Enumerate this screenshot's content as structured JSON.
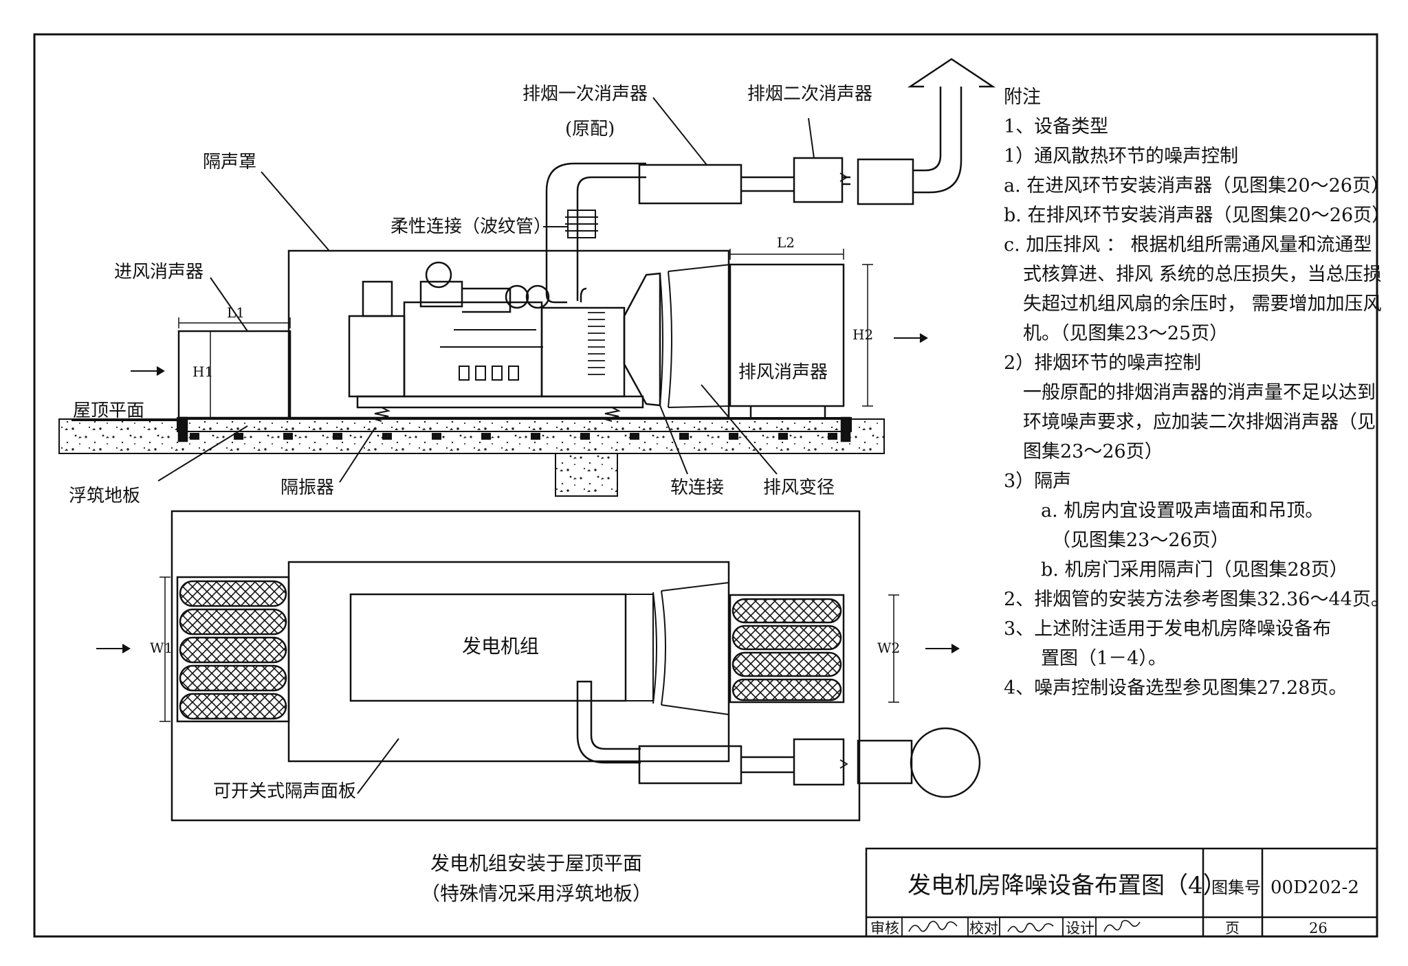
{
  "labels": {
    "exhaust_muffler_1": "排烟一次消声器",
    "exhaust_muffler_1_note": "(原配)",
    "exhaust_muffler_2": "排烟二次消声器",
    "enclosure": "隔声罩",
    "flex_connection": "柔性连接（波纹管）",
    "intake_muffler": "进风消声器",
    "roof_plane": "屋顶平面",
    "floating_floor": "浮筑地板",
    "vibration_isolator": "隔振器",
    "soft_connection": "软连接",
    "exhaust_reducer": "排风变径",
    "exhaust_air_muffler": "排风消声器",
    "genset": "发电机组",
    "panel": "可开关式隔声面板"
  },
  "dimensions": {
    "l1": "L1",
    "l2": "L2",
    "h1": "H1",
    "h2": "H2",
    "w1": "W1",
    "w2": "W2"
  },
  "notes": [
    "附注",
    "1、设备类型",
    "1）通风散热环节的噪声控制",
    "a. 在进风环节安装消声器（见图集20～26页）",
    "b. 在排风环节安装消声器（见图集20～26页）",
    "c. 加压排风 ：  根据机组所需通风量和流通型",
    "式核算进、排风 系统的总压损失，当总压损",
    "失超过机组风扇的余压时， 需要增加加压风",
    "机。（见图集23～25页）",
    "2）排烟环节的噪声控制",
    "一般原配的排烟消声器的消声量不足以达到",
    "环境噪声要求，应加装二次排烟消声器（见",
    "图集23～26页）",
    "3）隔声",
    "a. 机房内宜设置吸声墙面和吊顶。",
    "（见图集23～26页）",
    "b. 机房门采用隔声门（见图集28页）",
    "2、排烟管的安装方法参考图集32.36～44页。",
    "3、上述附注适用于发电机房降噪设备布",
    "置图（1－4）。",
    "4、噪声控制设备选型参见图集27.28页。"
  ],
  "caption": {
    "line1": "发电机组安装于屋顶平面",
    "line2": "（特殊情况采用浮筑地板）"
  },
  "title_block": {
    "title": "发电机房降噪设备布置图（4）",
    "atlas_no_label": "图集号",
    "atlas_no": "00D202-2",
    "review_label": "审核",
    "check_label": "校对",
    "design_label": "设计",
    "page_label": "页",
    "page_no": "26"
  }
}
